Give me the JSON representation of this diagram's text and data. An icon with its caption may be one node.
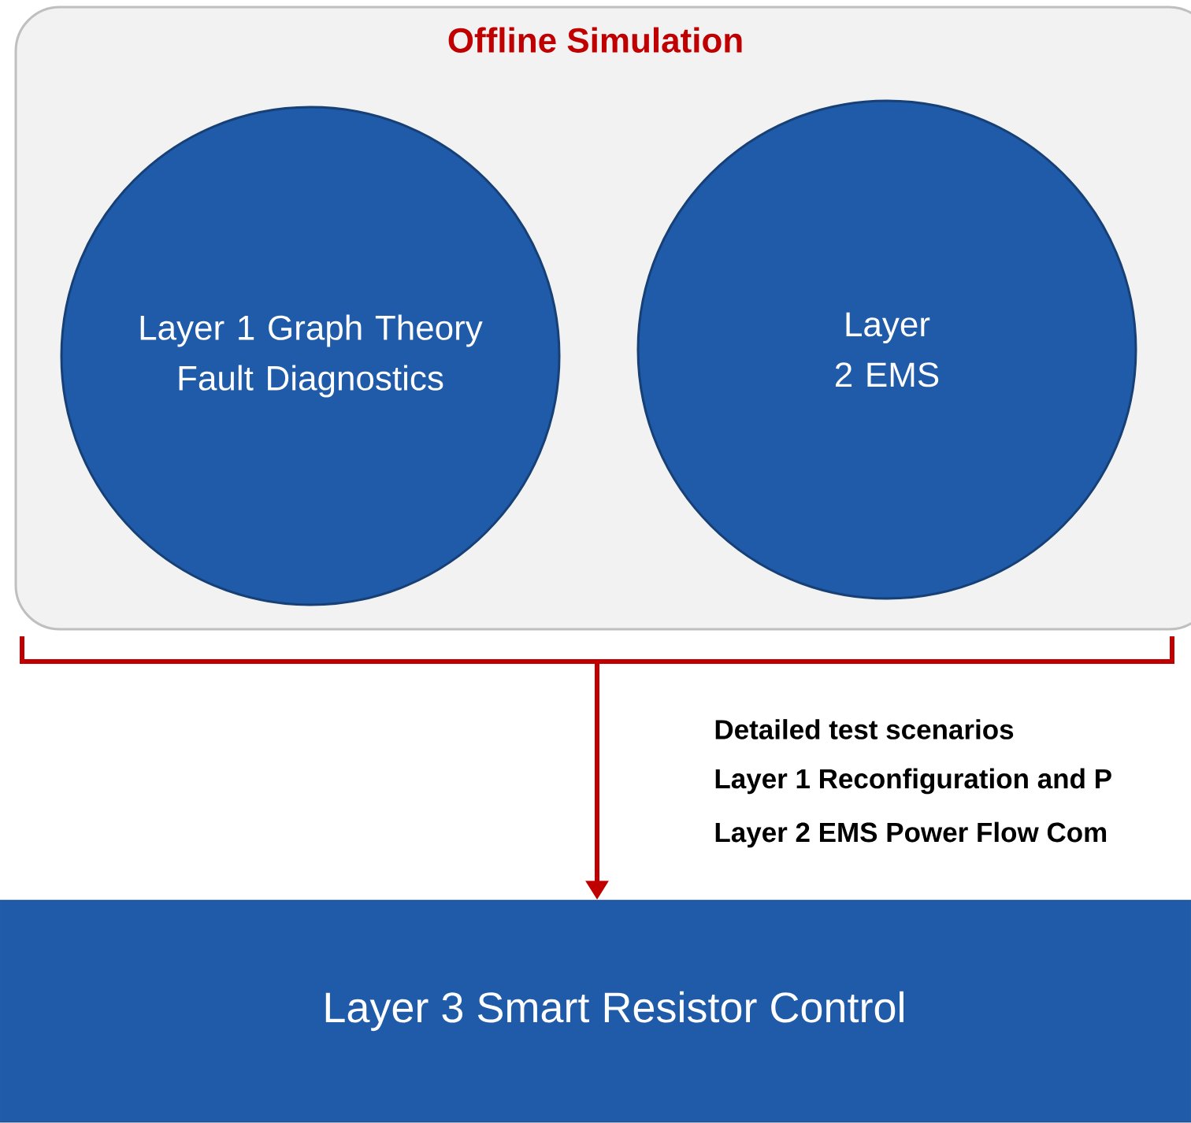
{
  "diagram": {
    "nodes": [
      {
        "text": [
          "Offline Simulation"
        ]
      },
      {
        "text": [
          "Layer 1 Graph Theory Fault Diagnostics"
        ],
        "in": 0
      },
      {
        "text": [
          "Layer 2 EMS"
        ],
        "in": 0
      },
      {
        "text": [
          "Layer 3 Smart Resistor Control"
        ]
      }
    ],
    "edges": [
      {
        "from": 0,
        "to": 3,
        "arrow": "to"
      }
    ],
    "labels": [
      "Detailed test scenarios",
      "Layer 1 Reconfiguration and P",
      "Layer 2 EMS Power Flow Com"
    ]
  }
}
